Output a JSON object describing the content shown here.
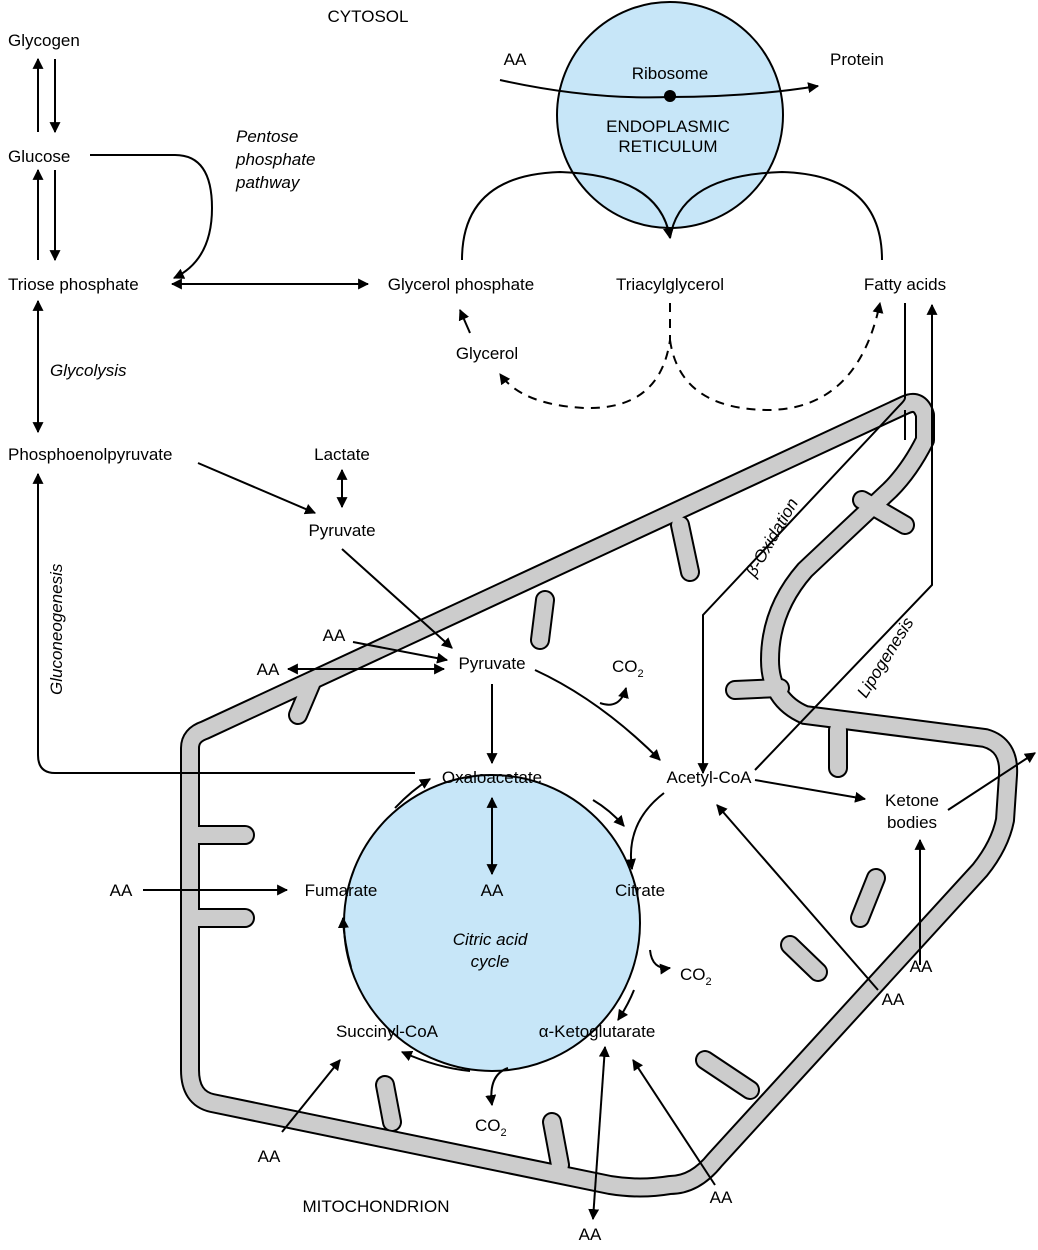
{
  "regions": {
    "cytosol": "CYTOSOL",
    "mitochondrion": "MITOCHONDRION",
    "er_line1": "ENDOPLASMIC",
    "er_line2": "RETICULUM",
    "cycle_line1": "Citric acid",
    "cycle_line2": "cycle"
  },
  "metabolites": {
    "glycogen": "Glycogen",
    "glucose": "Glucose",
    "triose_phosphate": "Triose phosphate",
    "phosphoenolpyruvate": "Phosphoenolpyruvate",
    "lactate": "Lactate",
    "pyruvate_cytosol": "Pyruvate",
    "pyruvate_mito": "Pyruvate",
    "glycerol_phosphate": "Glycerol phosphate",
    "glycerol": "Glycerol",
    "triacylglycerol": "Triacylglycerol",
    "fatty_acids": "Fatty acids",
    "ribosome": "Ribosome",
    "protein": "Protein",
    "oxaloacetate": "Oxaloacetate",
    "acetyl_coa": "Acetyl-CoA",
    "ketone_line1": "Ketone",
    "ketone_line2": "bodies",
    "fumarate": "Fumarate",
    "citrate": "Citrate",
    "succinyl_coa": "Succinyl-CoA",
    "ketoglutarate": "α-Ketoglutarate"
  },
  "pathways": {
    "pentose_line1": "Pentose",
    "pentose_line2": "phosphate",
    "pentose_line3": "pathway",
    "glycolysis": "Glycolysis",
    "gluconeogenesis": "Gluconeogenesis",
    "beta_oxidation": "β-Oxidation",
    "lipogenesis": "Lipogenesis"
  },
  "amino_acid_label": "AA",
  "co2": {
    "base": "CO",
    "sub": "2"
  },
  "colors": {
    "er_fill": "#c7e6f8",
    "cycle_fill": "#c7e6f8",
    "membrane_fill": "#cccccc",
    "line": "#000000"
  }
}
